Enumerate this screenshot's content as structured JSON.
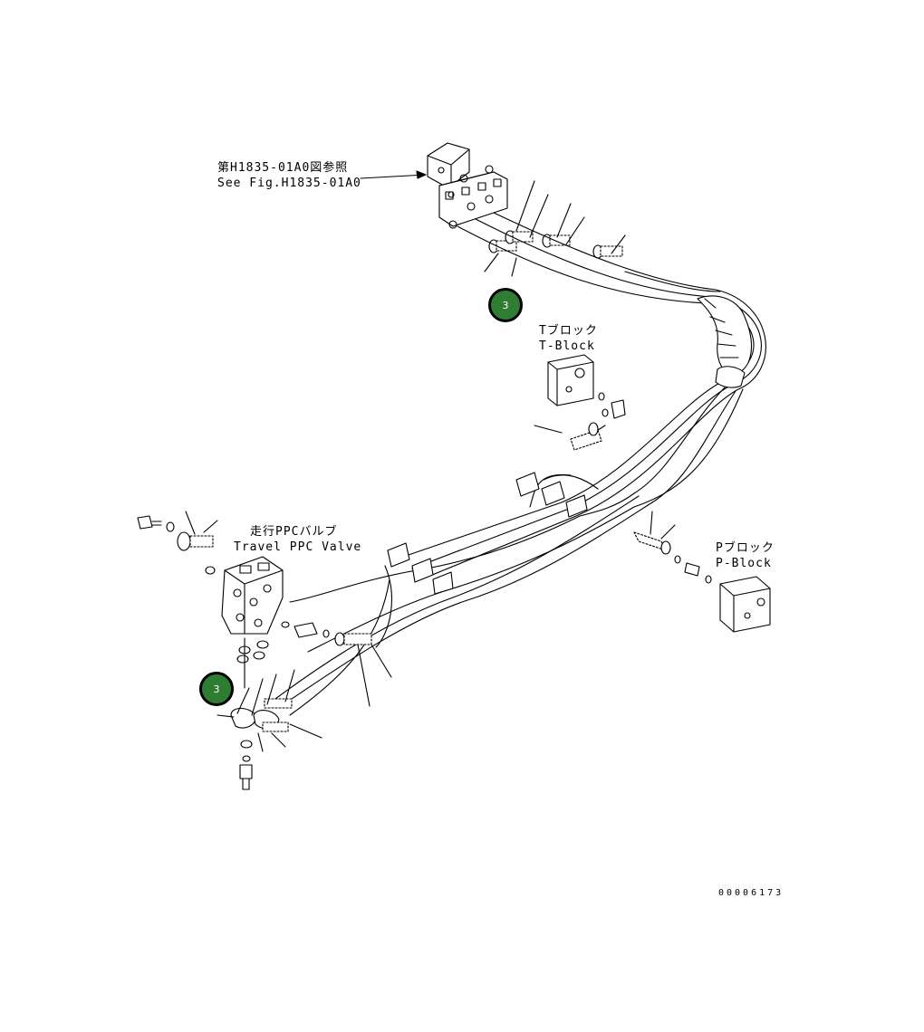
{
  "labels": {
    "ref_jp": "第H1835-01A0図参照",
    "ref_en": "See Fig.H1835-01A0",
    "tblock_jp": "Tブロック",
    "tblock_en": "T-Block",
    "travel_jp": "走行PPCバルブ",
    "travel_en": "Travel PPC Valve",
    "pblock_jp": "Pブロック",
    "pblock_en": "P-Block"
  },
  "callouts": [
    {
      "number": "3"
    },
    {
      "number": "3"
    }
  ],
  "drawing_number": "00006173",
  "colors": {
    "callout_fill": "#2e7d32",
    "line": "#000000",
    "background": "#ffffff"
  }
}
